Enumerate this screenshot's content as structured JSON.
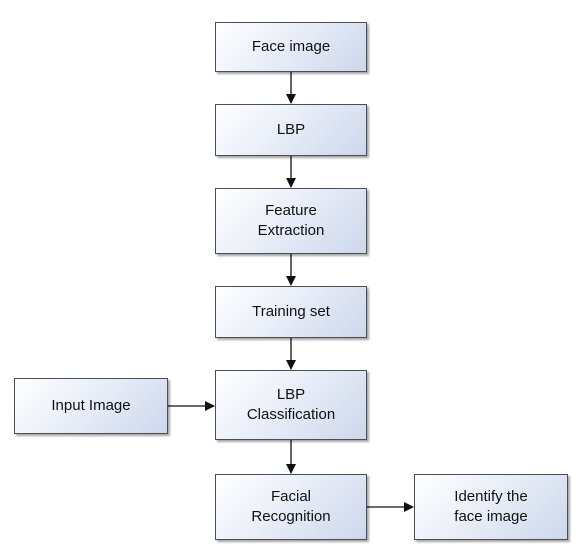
{
  "diagram": {
    "nodes": {
      "face_image": "Face image",
      "lbp": "LBP",
      "feature_extraction": [
        "Feature",
        "Extraction"
      ],
      "training_set": "Training set",
      "lbp_classification": [
        "LBP",
        "Classification"
      ],
      "input_image": "Input Image",
      "facial_recognition": [
        "Facial",
        "Recognition"
      ],
      "identify": [
        "Identify the",
        "face image"
      ]
    },
    "edges": [
      {
        "from": "face_image",
        "to": "lbp"
      },
      {
        "from": "lbp",
        "to": "feature_extraction"
      },
      {
        "from": "feature_extraction",
        "to": "training_set"
      },
      {
        "from": "training_set",
        "to": "lbp_classification"
      },
      {
        "from": "input_image",
        "to": "lbp_classification"
      },
      {
        "from": "lbp_classification",
        "to": "facial_recognition"
      },
      {
        "from": "facial_recognition",
        "to": "identify"
      }
    ]
  }
}
